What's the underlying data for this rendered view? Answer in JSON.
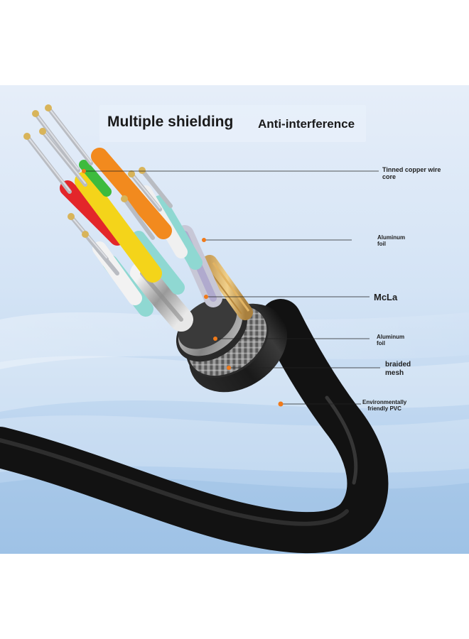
{
  "title": {
    "main": "Multiple shielding",
    "sub": "Anti-interference"
  },
  "labels": {
    "tinned_copper": [
      "Tinned copper wire",
      "core"
    ],
    "aluminum_foil_inner": [
      "Aluminum",
      "foil"
    ],
    "mcla": "McLa",
    "aluminum_foil_outer": [
      "Aluminum",
      "foil"
    ],
    "braided_mesh": [
      "braided",
      "mesh"
    ],
    "pvc": [
      "Environmentally",
      "friendly PVC"
    ]
  },
  "colors": {
    "background_top": "#d8e6f6",
    "background_bottom": "#9fc3e8",
    "cable_jacket": "#1b1b1b",
    "marker_dot": "#f07a1a",
    "wire_orange": "#f28a1e",
    "wire_yellow": "#f4d41a",
    "wire_red": "#e3262a",
    "wire_green": "#3dbb3d",
    "wire_teal": "#8fd8d2",
    "wire_white": "#f2f2f2"
  }
}
